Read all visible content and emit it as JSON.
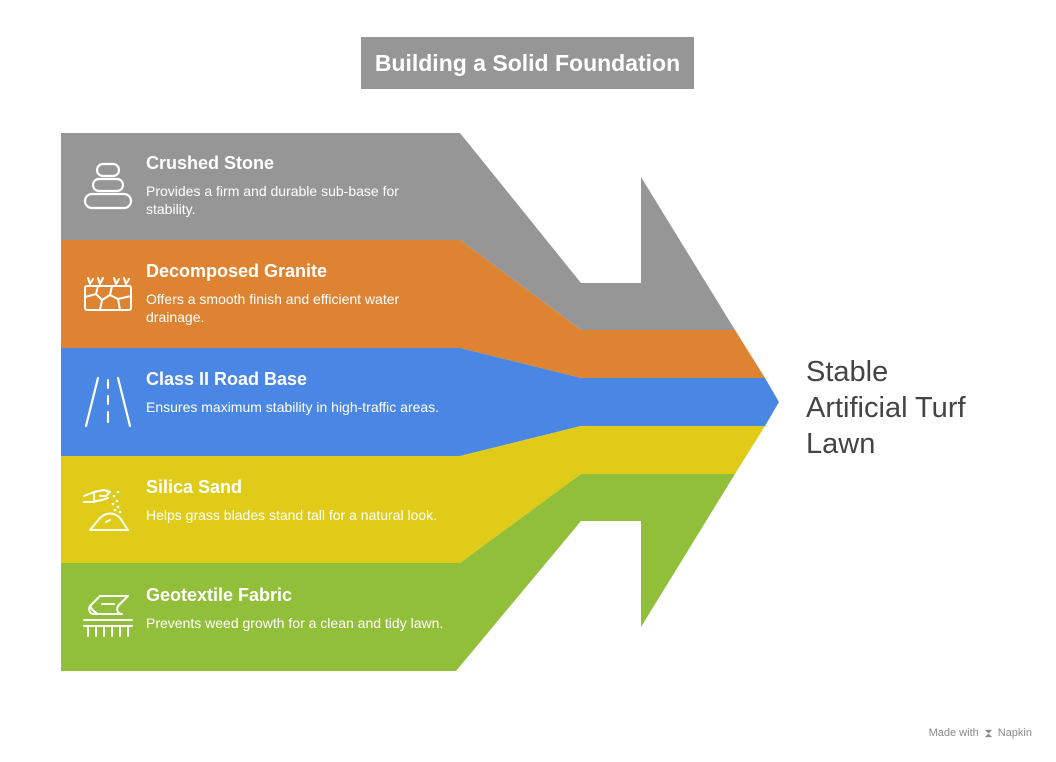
{
  "title": "Building a Solid Foundation",
  "layers": [
    {
      "label": "Crushed Stone",
      "description": "Provides a firm and durable sub-base for stability.",
      "icon": "stones-icon",
      "color": "#969696"
    },
    {
      "label": "Decomposed Granite",
      "description": "Offers a smooth finish and efficient water drainage.",
      "icon": "cracked-ground-icon",
      "color": "#DD8332"
    },
    {
      "label": "Class II Road Base",
      "description": "Ensures maximum stability in high-traffic areas.",
      "icon": "road-icon",
      "color": "#4A86E3"
    },
    {
      "label": "Silica Sand",
      "description": "Helps grass blades stand tall for a natural look.",
      "icon": "sand-pouring-icon",
      "color": "#DFCB18"
    },
    {
      "label": "Geotextile Fabric",
      "description": "Prevents weed growth for a clean and tidy lawn.",
      "icon": "fabric-roll-icon",
      "color": "#92BF3A"
    }
  ],
  "result": {
    "line1": "Stable",
    "line2": "Artificial Turf",
    "line3": "Lawn"
  },
  "footer": {
    "made_with": "Made with",
    "brand": "Napkin"
  }
}
